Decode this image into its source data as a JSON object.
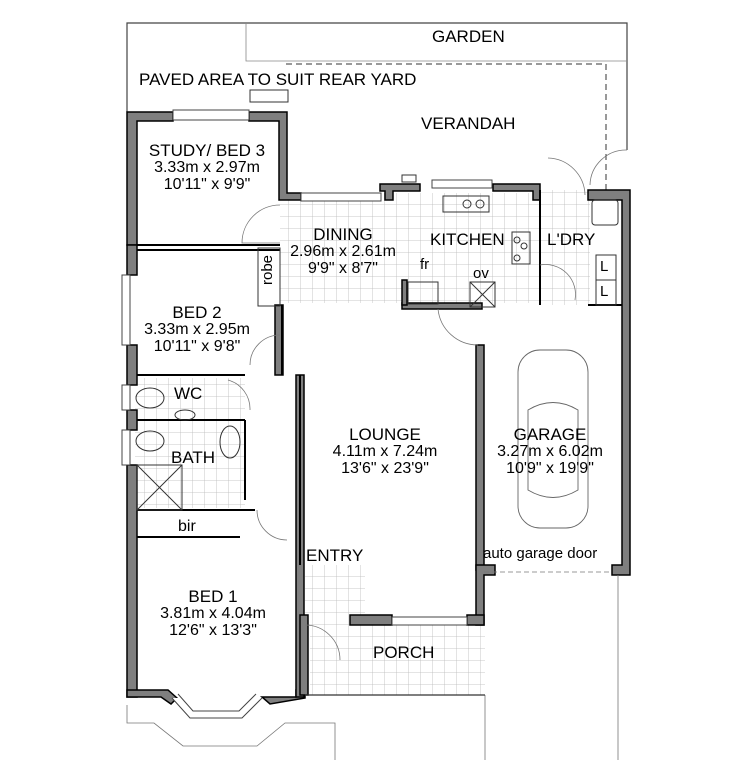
{
  "plan": {
    "colors": {
      "wall": "#7f7f7f",
      "wall_outline": "#000000",
      "line": "#555555",
      "tile": "#b9b9b9"
    },
    "outdoor": {
      "garden": "GARDEN",
      "paved": "PAVED AREA TO SUIT REAR YARD",
      "verandah": "VERANDAH",
      "porch": "PORCH"
    },
    "rooms": [
      {
        "name": "STUDY/ BED 3",
        "metric": "3.33m x 2.97m",
        "imperial": "10'11\" x 9'9\""
      },
      {
        "name": "DINING",
        "metric": "2.96m x 2.61m",
        "imperial": "9'9\" x 8'7\""
      },
      {
        "name": "KITCHEN"
      },
      {
        "name": "L'DRY"
      },
      {
        "name": "BED 2",
        "metric": "3.33m x 2.95m",
        "imperial": "10'11\" x 9'8\""
      },
      {
        "name": "WC"
      },
      {
        "name": "BATH"
      },
      {
        "name": "LOUNGE",
        "metric": "4.11m x 7.24m",
        "imperial": "13'6\" x 23'9\""
      },
      {
        "name": "GARAGE",
        "metric": "3.27m x 6.02m",
        "imperial": "10'9\" x 19'9\""
      },
      {
        "name": "ENTRY"
      },
      {
        "name": "BED 1",
        "metric": "3.81m x 4.04m",
        "imperial": "12'6\" x 13'3\""
      }
    ],
    "fixtures": {
      "robe": "robe",
      "bir": "bir",
      "fridge": "fr",
      "oven": "ov",
      "laundry_l1": "L",
      "laundry_l2": "L",
      "garage_door": "auto garage door"
    }
  }
}
